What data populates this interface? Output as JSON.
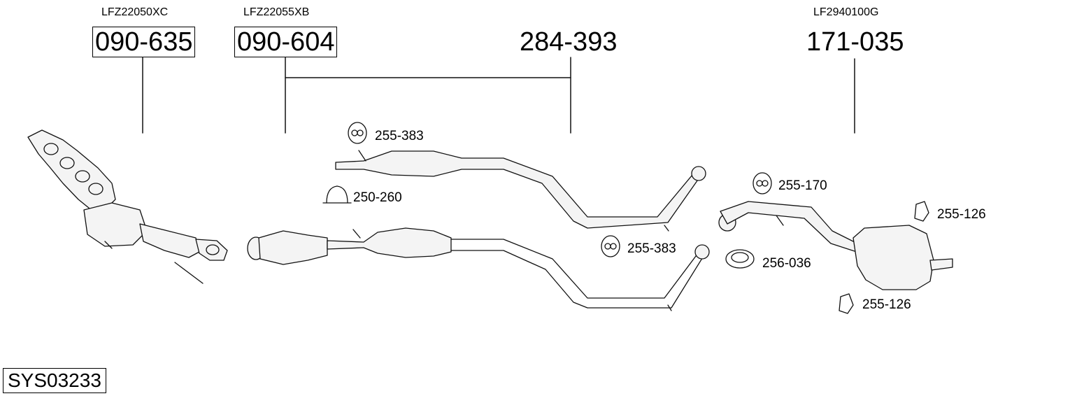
{
  "references": [
    {
      "id": "r1",
      "text": "LFZ22050XC"
    },
    {
      "id": "r2",
      "text": "LFZ22055XB"
    },
    {
      "id": "r3",
      "text": "LF2940100G"
    }
  ],
  "main_parts": [
    {
      "id": "p1",
      "number": "090-635",
      "boxed": true
    },
    {
      "id": "p2",
      "number": "090-604",
      "boxed": true
    },
    {
      "id": "p3",
      "number": "284-393",
      "boxed": false
    },
    {
      "id": "p4",
      "number": "171-035",
      "boxed": false
    }
  ],
  "sub_parts": [
    {
      "id": "s1",
      "number": "255-383"
    },
    {
      "id": "s2",
      "number": "250-260"
    },
    {
      "id": "s3",
      "number": "255-383"
    },
    {
      "id": "s4",
      "number": "255-170"
    },
    {
      "id": "s5",
      "number": "256-036"
    },
    {
      "id": "s6",
      "number": "255-126"
    },
    {
      "id": "s7",
      "number": "255-126"
    }
  ],
  "system_code": "SYS03233"
}
